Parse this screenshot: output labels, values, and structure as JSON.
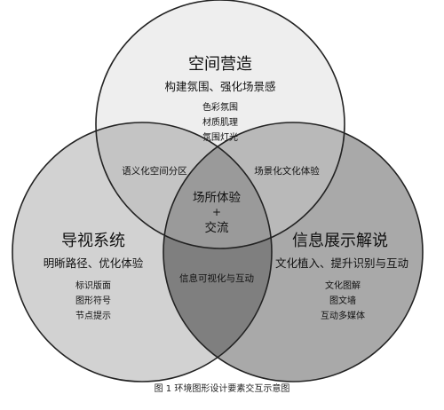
{
  "colors": {
    "top_fill": "#eeeeee",
    "left_fill": "#d2d2d2",
    "right_fill": "#a9a9a9",
    "top_left_overlap": "#c4c4c4",
    "top_right_overlap": "#b9b9b9",
    "left_right_overlap": "#7f7f7f",
    "center_overlap": "#9a9a9a",
    "stroke": "#222222"
  },
  "circles": {
    "top": {
      "title": "空间营造",
      "subtitle": "构建氛围、强化场景感",
      "items": [
        "色彩氛围",
        "材质肌理",
        "氛围灯光"
      ]
    },
    "left": {
      "title": "导视系统",
      "subtitle": "明晰路径、优化体验",
      "items": [
        "标识版面",
        "图形符号",
        "节点提示"
      ]
    },
    "right": {
      "title": "信息展示解说",
      "subtitle": "文化植入、提升识别与互动",
      "items": [
        "文化图解",
        "图文墙",
        "互动多媒体"
      ]
    }
  },
  "overlaps": {
    "top_left": "语义化空间分区",
    "top_right": "场景化文化体验",
    "left_right": "信息可视化与互动",
    "center": [
      "场所体验",
      "+",
      "交流"
    ]
  },
  "caption": "图 1  环境图形设计要素交互示意图"
}
